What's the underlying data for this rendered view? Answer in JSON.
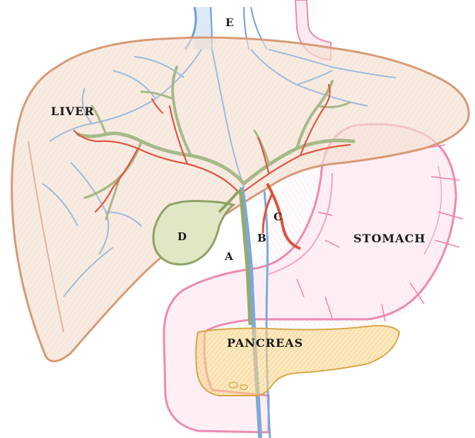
{
  "labels": {
    "liver": "LIVER",
    "stomach": "STOMACH",
    "pancreas": "PANCREAS",
    "a": "A",
    "b": "B",
    "c": "C",
    "d": "D",
    "e": "E"
  },
  "colors": {
    "liver_fill": "#f4e1d2",
    "liver_outline": "#d9a07d",
    "stomach_outline": "#ee8fb4",
    "stomach_fill": "#fbe6f0",
    "pancreas_fill": "#f7d58a",
    "pancreas_outline": "#d8a040",
    "bile_duct": "#9fb27a",
    "gallbladder_fill": "#dfe7c5",
    "artery": "#e0503a",
    "vein": "#7aa8d8"
  }
}
